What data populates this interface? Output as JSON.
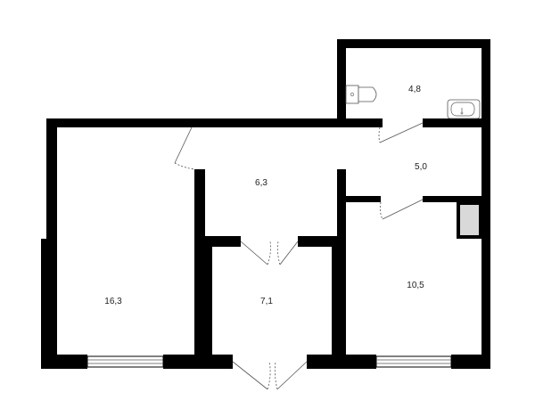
{
  "plan": {
    "rooms": [
      {
        "id": "living",
        "area": "16,3"
      },
      {
        "id": "hall",
        "area": "6,3"
      },
      {
        "id": "entry",
        "area": "7,1"
      },
      {
        "id": "corridor",
        "area": "5,0"
      },
      {
        "id": "bathroom",
        "area": "4,8"
      },
      {
        "id": "bedroom",
        "area": "10,5"
      }
    ]
  },
  "colors": {
    "wall": "#000000",
    "background": "#ffffff",
    "fixture_stroke": "#555555",
    "cabinet_fill": "#d9d9d9"
  }
}
